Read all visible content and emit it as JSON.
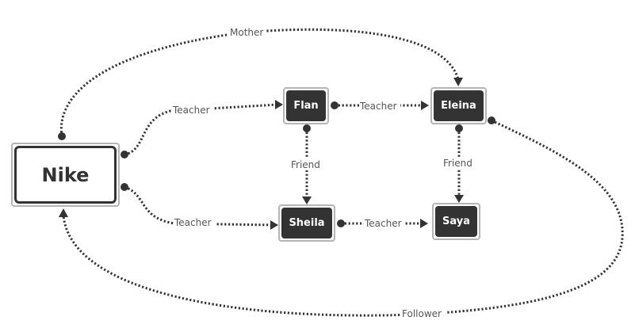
{
  "nodes": {
    "nike": {
      "label": "Nike"
    },
    "flan": {
      "label": "Flan"
    },
    "eleina": {
      "label": "Eleina"
    },
    "sheila": {
      "label": "Sheila"
    },
    "saya": {
      "label": "Saya"
    }
  },
  "edges": {
    "nike_flan": {
      "label": "Teacher",
      "from": "Nike",
      "to": "Flan"
    },
    "nike_sheila": {
      "label": "Teacher",
      "from": "Nike",
      "to": "Sheila"
    },
    "nike_eleina": {
      "label": "Mother",
      "from": "Nike",
      "to": "Eleina"
    },
    "flan_eleina": {
      "label": "Teacher",
      "from": "Flan",
      "to": "Eleina"
    },
    "flan_sheila": {
      "label": "Friend",
      "from": "Flan",
      "to": "Sheila"
    },
    "eleina_saya": {
      "label": "Friend",
      "from": "Eleina",
      "to": "Saya"
    },
    "sheila_saya": {
      "label": "Teacher",
      "from": "Sheila",
      "to": "Saya"
    },
    "eleina_nike": {
      "label": "Follower",
      "from": "Eleina",
      "to": "Nike"
    }
  },
  "colors": {
    "node_fill": "#333333",
    "node_text": "#ffffff",
    "edge": "#333333",
    "label_text": "#555555"
  }
}
